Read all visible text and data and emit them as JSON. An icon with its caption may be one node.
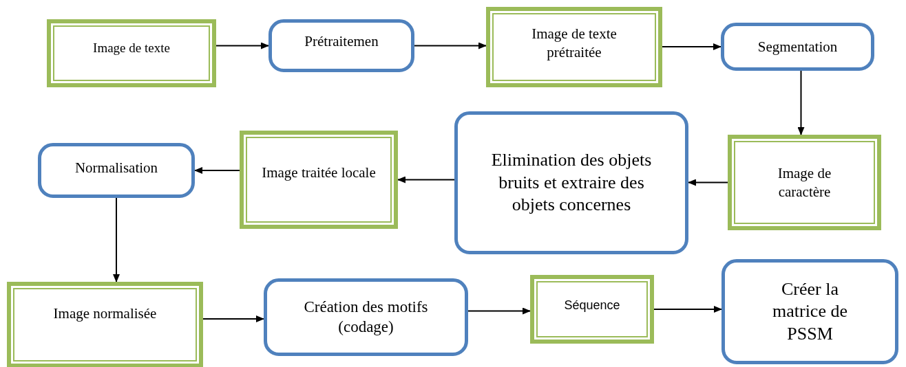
{
  "diagram": {
    "nodes": [
      {
        "text": [
          "Image de texte"
        ]
      },
      {
        "text": [
          "Prétraitemen"
        ]
      },
      {
        "text": [
          "Image de texte prétraitée"
        ]
      },
      {
        "text": [
          "Segmentation"
        ]
      },
      {
        "text": [
          "Image de caractère"
        ]
      },
      {
        "text": [
          "Elimination des objets bruits et extraire des objets concernes"
        ]
      },
      {
        "text": [
          "Image traitée locale"
        ]
      },
      {
        "text": [
          "Normalisation"
        ]
      },
      {
        "text": [
          "Image normalisée"
        ]
      },
      {
        "text": [
          "Création des motifs (codage)"
        ]
      },
      {
        "text": [
          "Séquence"
        ]
      },
      {
        "text": [
          "Créer la matrice de PSSM"
        ]
      }
    ],
    "edges": [
      {
        "from": 0,
        "to": 1,
        "arrow": "to"
      },
      {
        "from": 1,
        "to": 2,
        "arrow": "to"
      },
      {
        "from": 2,
        "to": 3,
        "arrow": "to"
      },
      {
        "from": 3,
        "to": 4,
        "arrow": "to"
      },
      {
        "from": 4,
        "to": 5,
        "arrow": "to"
      },
      {
        "from": 5,
        "to": 6,
        "arrow": "to"
      },
      {
        "from": 6,
        "to": 7,
        "arrow": "to"
      },
      {
        "from": 7,
        "to": 8,
        "arrow": "to"
      },
      {
        "from": 8,
        "to": 9,
        "arrow": "to"
      },
      {
        "from": 9,
        "to": 10,
        "arrow": "to"
      },
      {
        "from": 10,
        "to": 11,
        "arrow": "to"
      }
    ]
  }
}
